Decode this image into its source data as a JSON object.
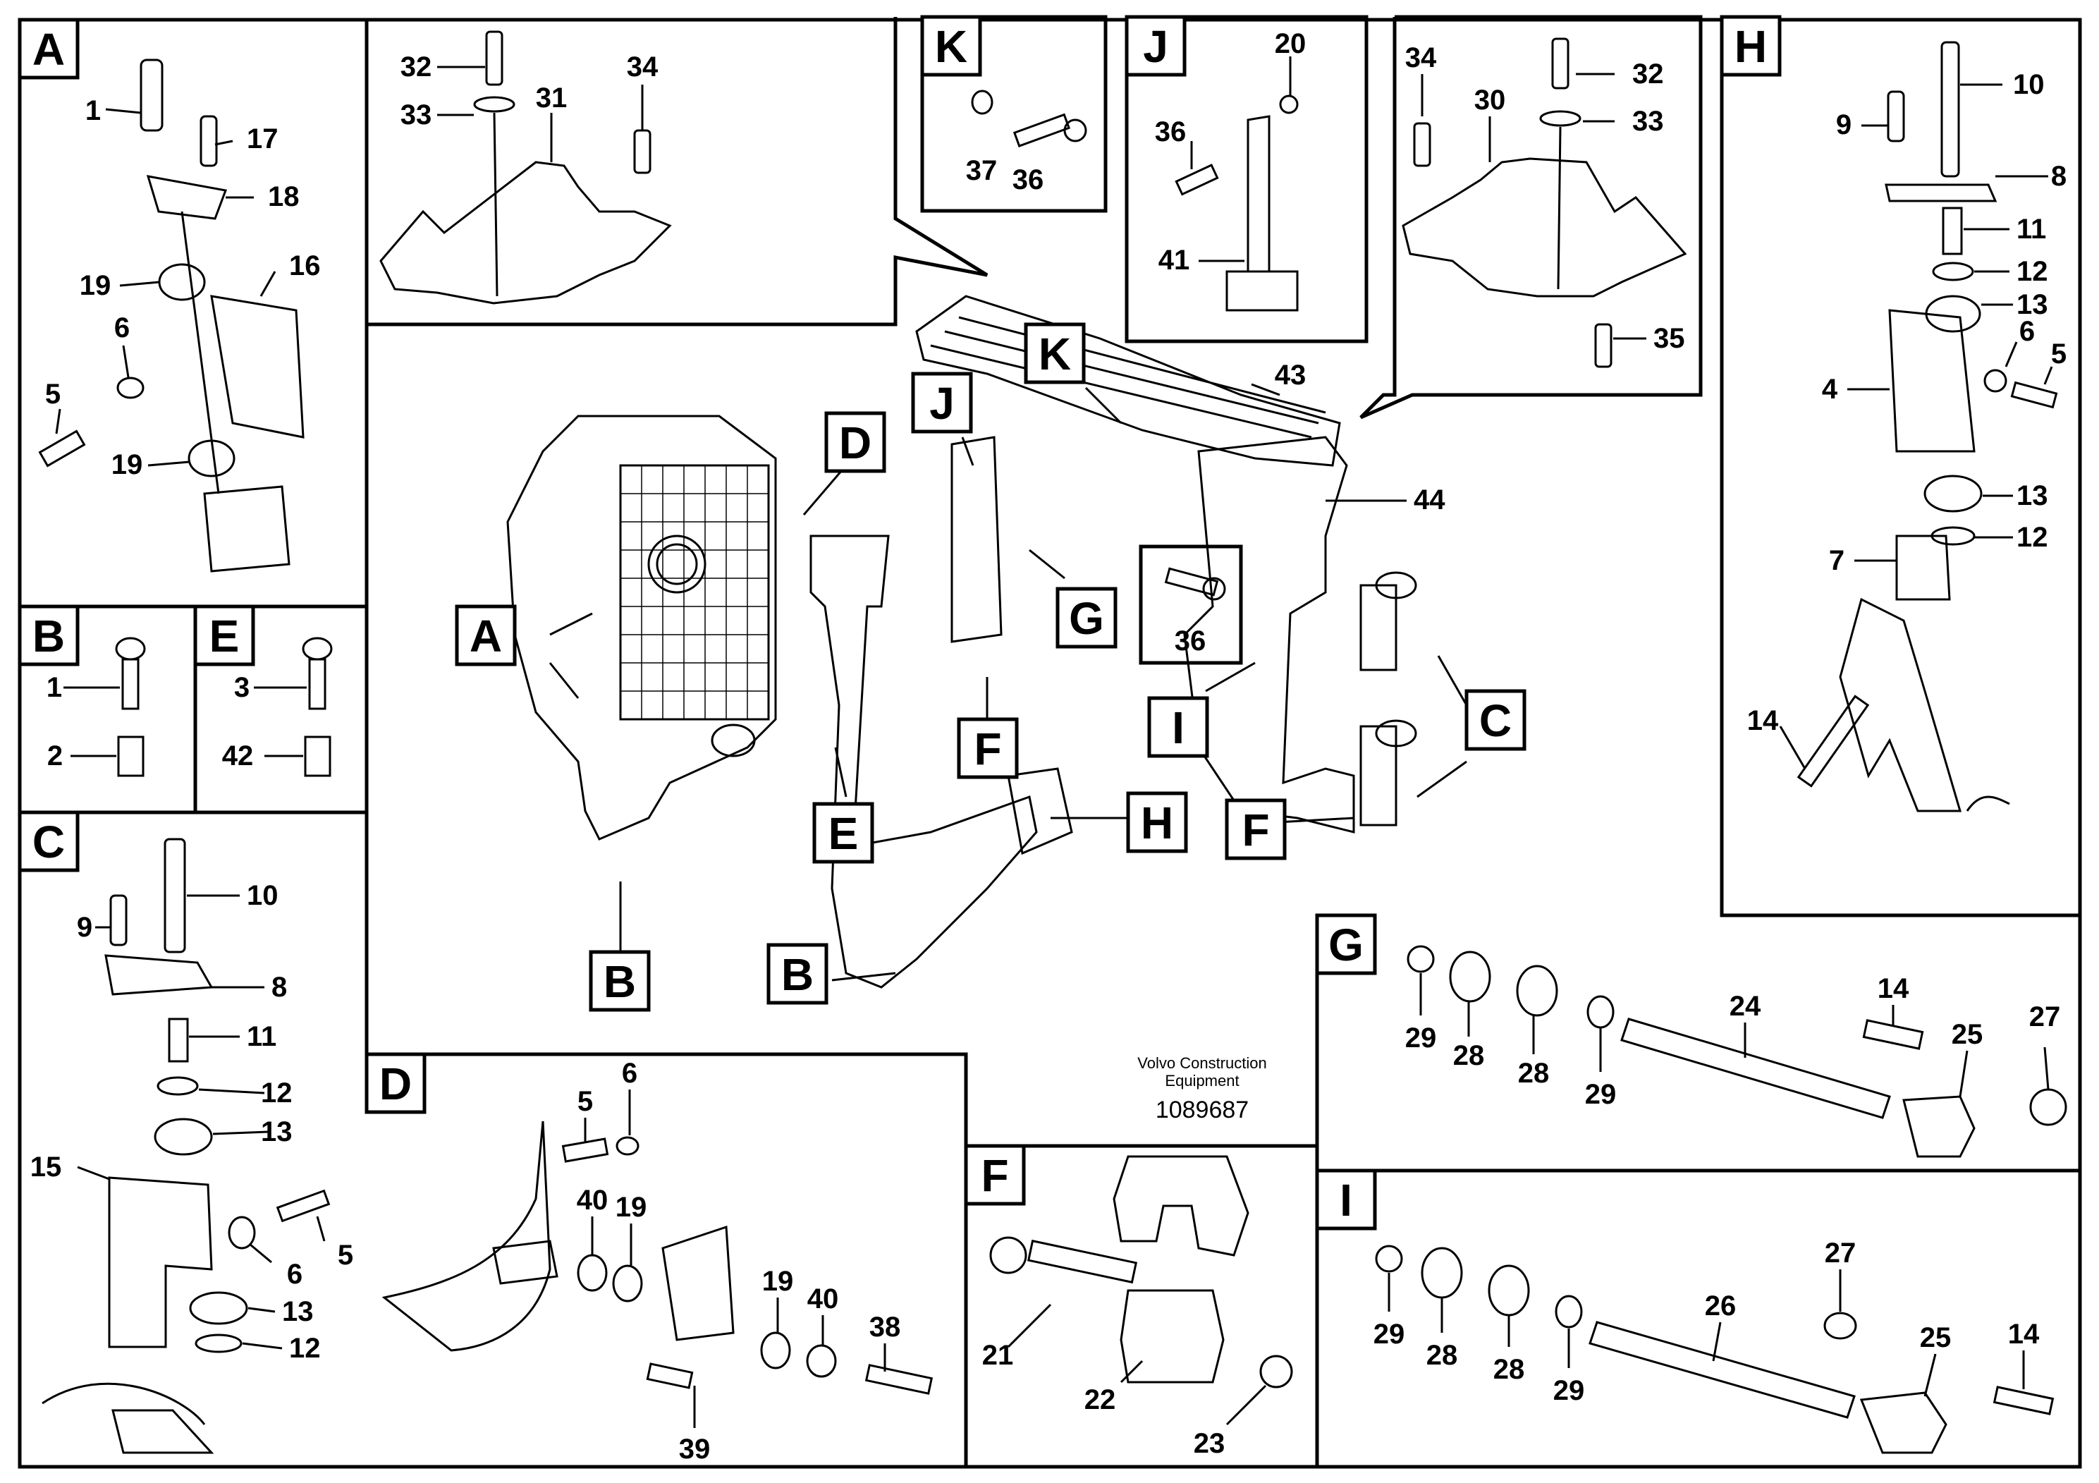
{
  "drawing": {
    "publisher_line1": "Volvo Construction",
    "publisher_line2": "Equipment",
    "drawing_number": "1089687"
  },
  "panels": {
    "A": {
      "letter": "A",
      "callouts": [
        "1",
        "17",
        "18",
        "19",
        "16",
        "6",
        "5",
        "19"
      ]
    },
    "B": {
      "letter": "B",
      "callouts": [
        "1",
        "2"
      ]
    },
    "E": {
      "letter": "E",
      "callouts": [
        "3",
        "42"
      ]
    },
    "C": {
      "letter": "C",
      "callouts": [
        "10",
        "9",
        "8",
        "11",
        "12",
        "13",
        "15",
        "5",
        "6",
        "13",
        "12"
      ]
    },
    "D": {
      "letter": "D",
      "callouts": [
        "5",
        "6",
        "40",
        "19",
        "19",
        "40",
        "38",
        "39"
      ]
    },
    "K": {
      "letter": "K",
      "callouts": [
        "37",
        "36"
      ]
    },
    "J": {
      "letter": "J",
      "callouts": [
        "20",
        "36",
        "41"
      ]
    },
    "top_left": {
      "callouts": [
        "32",
        "33",
        "31",
        "34"
      ]
    },
    "top_right": {
      "callouts": [
        "34",
        "32",
        "30",
        "33",
        "35"
      ]
    },
    "H": {
      "letter": "H",
      "callouts": [
        "10",
        "9",
        "8",
        "11",
        "12",
        "13",
        "6",
        "5",
        "4",
        "13",
        "12",
        "7",
        "14"
      ]
    },
    "G": {
      "letter": "G",
      "callouts": [
        "24",
        "14",
        "25",
        "27",
        "29",
        "28",
        "28",
        "29"
      ]
    },
    "F": {
      "letter": "F",
      "callouts": [
        "21",
        "22",
        "23"
      ]
    },
    "I": {
      "letter": "I",
      "callouts": [
        "27",
        "26",
        "14",
        "25",
        "29",
        "28",
        "28",
        "29"
      ]
    }
  },
  "main_view": {
    "callouts": [
      "43",
      "44",
      "36"
    ],
    "view_markers": [
      "D",
      "J",
      "K",
      "A",
      "G",
      "I",
      "C",
      "F",
      "E",
      "H",
      "F",
      "B",
      "B"
    ]
  }
}
